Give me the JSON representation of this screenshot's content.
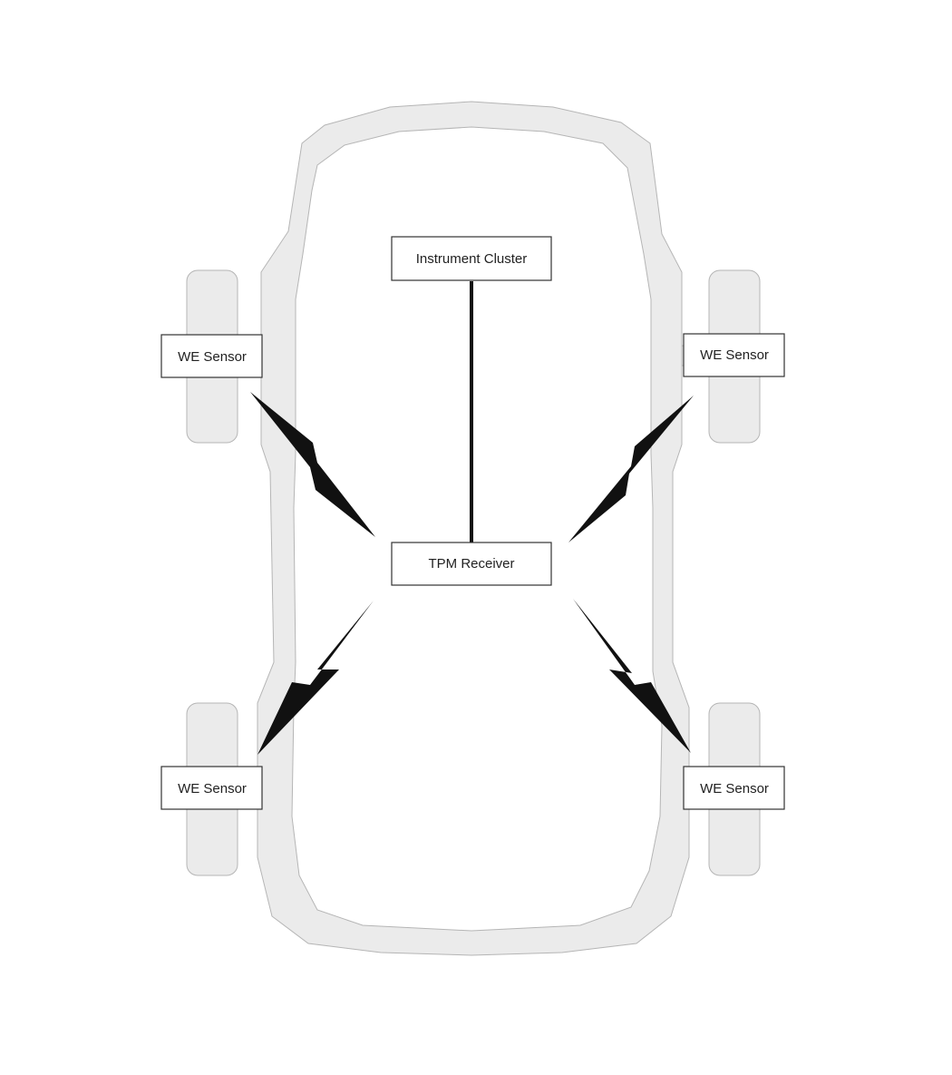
{
  "nodes": {
    "instrument_cluster": {
      "label": "Instrument Cluster"
    },
    "tpm_receiver": {
      "label": "TPM Receiver"
    },
    "sensor_front_left": {
      "label": "WE Sensor"
    },
    "sensor_front_right": {
      "label": "WE Sensor"
    },
    "sensor_rear_left": {
      "label": "WE Sensor"
    },
    "sensor_rear_right": {
      "label": "WE Sensor"
    }
  },
  "connections": [
    {
      "from": "instrument_cluster",
      "to": "tpm_receiver",
      "type": "wired"
    },
    {
      "from": "sensor_front_left",
      "to": "tpm_receiver",
      "type": "wireless"
    },
    {
      "from": "sensor_front_right",
      "to": "tpm_receiver",
      "type": "wireless"
    },
    {
      "from": "sensor_rear_left",
      "to": "tpm_receiver",
      "type": "wireless"
    },
    {
      "from": "sensor_rear_right",
      "to": "tpm_receiver",
      "type": "wireless"
    }
  ],
  "colors": {
    "car_body": "#ebebeb",
    "car_outline": "#b5b5b5",
    "signal": "#111111",
    "box_border": "#333333"
  }
}
